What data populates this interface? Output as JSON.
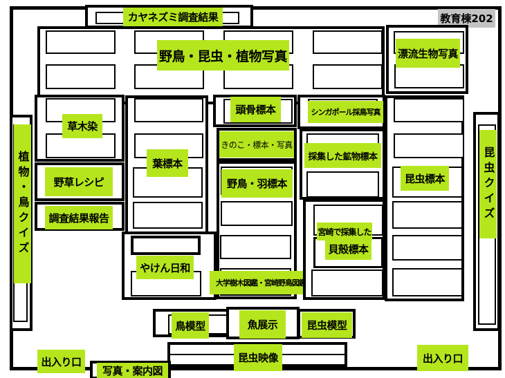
{
  "room_badge": "教育棟202",
  "areas": {
    "harvest_mouse": "カヤネズミ調査結果",
    "photos_main": "野鳥・昆虫・植物写真",
    "drift_photos": "漂流生物写真",
    "plant_bird_quiz": "植物・鳥クイズ",
    "insect_quiz": "昆虫クイズ",
    "plant_dye": "草木染",
    "wild_recipes": "野草レシピ",
    "survey_report": "調査結果報告",
    "leaf_specimens": "葉標本",
    "yaken_biyori": "やけん日和",
    "skull_specimens": "頭骨標本",
    "mushrooms": "きのこ・標本・写真",
    "bird_feather_specimens": "野鳥・羽標本",
    "field_guides": "大学樹木図鑑・宮崎野鳥図鑑",
    "singapore_photos": "シンガポール採鳥写真",
    "minerals": "採集した鉱物標本",
    "collected_in_miyazaki": "宮崎で採集した",
    "shell_specimens": "貝殻標本",
    "insect_specimens": "昆虫標本",
    "bird_models": "鳥模型",
    "fish_display": "魚展示",
    "insect_models": "昆虫模型",
    "insect_video": "昆虫映像",
    "entrance_left": "出入り口",
    "entrance_right": "出入り口",
    "photo_guide_map": "写真・案内図"
  }
}
